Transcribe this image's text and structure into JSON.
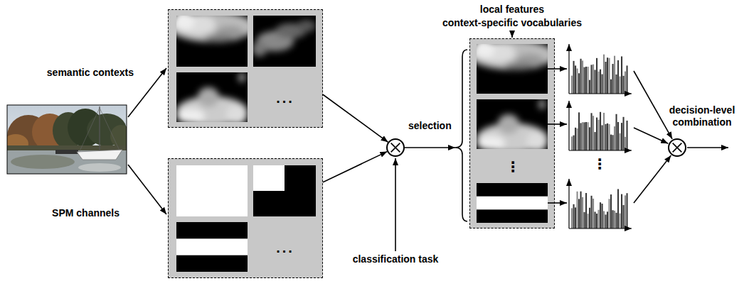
{
  "diagram": {
    "nodes": [
      {
        "text": [
          "..."
        ]
      },
      {
        "text": [
          "..."
        ]
      },
      {
        "text": [
          "selection"
        ]
      },
      {
        "text": [
          "⋮"
        ]
      },
      {
        "text": [
          "decision-level combination"
        ]
      }
    ],
    "edges": [
      {
        "from": 0,
        "to": 2,
        "arrow": "to"
      },
      {
        "from": 1,
        "to": 2,
        "arrow": "to"
      },
      {
        "from": 2,
        "to": 3,
        "arrow": "to"
      }
    ],
    "labels": [
      "semantic contexts",
      "SPM channels",
      "classification task",
      "local features",
      "context-specific vocabularies",
      "⋮"
    ]
  }
}
